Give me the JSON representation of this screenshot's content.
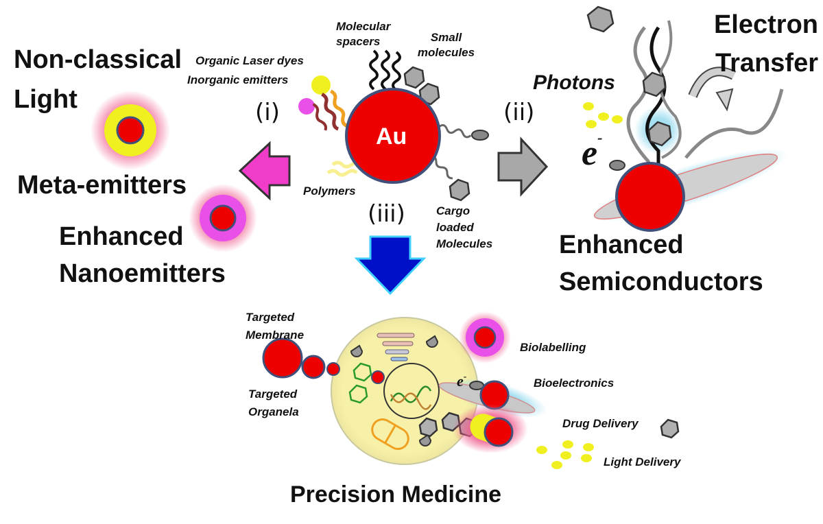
{
  "center": {
    "core_label": "Au"
  },
  "ligands": {
    "molecular_spacers": "Molecular spacers",
    "small_molecules": "Small molecules",
    "dyes": "Organic  Laser dyes",
    "emitters": "Inorganic  emitters",
    "polymers": "Polymers",
    "cargo": "Cargo loaded Molecules"
  },
  "routes": {
    "i": "(i)",
    "ii": "(ii)",
    "iii": "(iii)"
  },
  "left_panel": {
    "nonclassical": "Non-classical Light",
    "meta": "Meta-emitters",
    "enhanced_nano": "Enhanced Nanoemitters"
  },
  "right_panel": {
    "electron_transfer": "Electron Transfer",
    "photons": "Photons",
    "e_symbol": "e",
    "e_superscript": "-",
    "enhanced_semi": "Enhanced Semiconductors"
  },
  "bottom_panel": {
    "title": "Precision Medicine",
    "targeted_membrane": "Targeted Membrane",
    "targeted_organela": "Targeted Organela",
    "biolabelling": "Biolabelling",
    "bioelectronics": "Bioelectronics",
    "drug_delivery": "Drug Delivery",
    "light_delivery": "Light  Delivery",
    "e_symbol": "e",
    "e_superscript": "-"
  },
  "colors": {
    "gold_core": "#ee0000",
    "arrow_left": "#f03cc8",
    "arrow_right": "#a8a8a8",
    "arrow_down": "#0010c8",
    "cell": "#f6f0a8",
    "glow_pink": "#f06090",
    "glow_cyan": "#9cdcf0",
    "yellow": "#f0f020"
  },
  "icons": [
    "hexagon-molecule-icon",
    "photon-dot-icon",
    "electron-icon",
    "capsule-icon",
    "dna-helix-icon"
  ]
}
